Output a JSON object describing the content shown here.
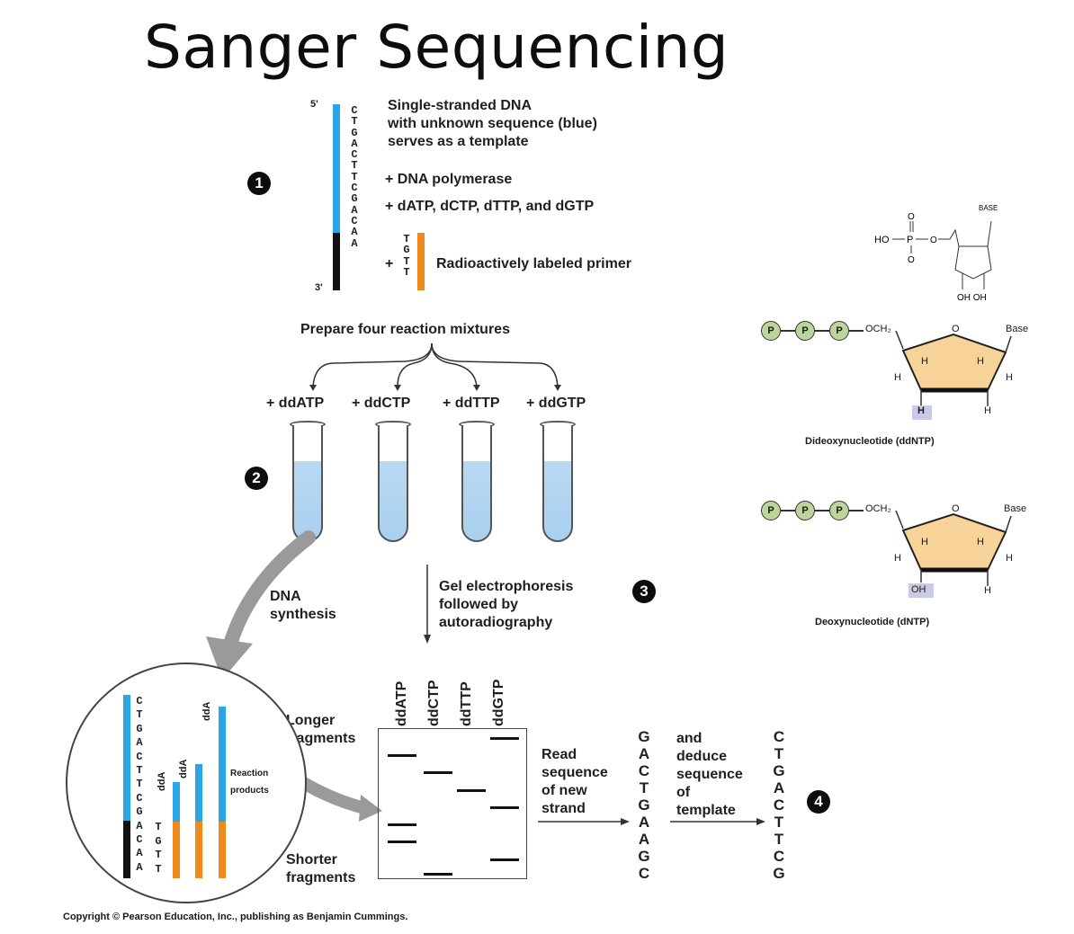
{
  "title": "Sanger Sequencing",
  "step1": {
    "badge": "1",
    "five_prime": "5'",
    "three_prime": "3'",
    "template_seq": "CTGACTTCGACAA",
    "template_text_1": "Single-stranded DNA",
    "template_text_2": "with unknown sequence (blue)",
    "template_text_3": "serves as a template",
    "polymerase": "+ DNA polymerase",
    "dntps": "+ dATP, dCTP, dTTP, and dGTP",
    "plus": "+",
    "primer_seq": "TGTT",
    "primer_label": "Radioactively labeled primer"
  },
  "step2": {
    "badge": "2",
    "prepare": "Prepare four reaction mixtures",
    "tubes": [
      "+ ddATP",
      "+ ddCTP",
      "+ ddTTP",
      "+ ddGTP"
    ],
    "synthesis_1": "DNA",
    "synthesis_2": "synthesis"
  },
  "step3": {
    "badge": "3",
    "gel_1": "Gel electrophoresis",
    "gel_2": "followed by",
    "gel_3": "autoradiography",
    "lanes": [
      "ddATP",
      "ddCTP",
      "ddTTP",
      "ddGTP"
    ],
    "longer_1": "Longer",
    "longer_2": "fragments",
    "shorter_1": "Shorter",
    "shorter_2": "fragments"
  },
  "circle": {
    "template_seq": "CTGACTTCGACAA",
    "primer_seq": "TGTT",
    "dda": "ddA",
    "reaction_1": "Reaction",
    "reaction_2": "products"
  },
  "step4": {
    "badge": "4",
    "read_1": "Read",
    "read_2": "sequence",
    "read_3": "of new",
    "read_4": "strand",
    "new_strand": "GACTGAAGC",
    "deduce_1": "and",
    "deduce_2": "deduce",
    "deduce_3": "sequence",
    "deduce_4": "of",
    "deduce_5": "template",
    "template": "CTGACTTCG"
  },
  "structures": {
    "top_base": "BASE",
    "top_ho": "HO",
    "top_p": "P",
    "top_o": "O",
    "top_oh": "OH OH",
    "p": "P",
    "och2": "OCH₂",
    "o": "O",
    "base": "Base",
    "h": "H",
    "oh": "OH",
    "dd_label": "Dideoxynucleotide (ddNTP)",
    "d_label": "Deoxynucleotide (dNTP)"
  },
  "copyright": "Copyright © Pearson Education, Inc., publishing as Benjamin Cummings.",
  "colors": {
    "template_blue": "#2aa6e6",
    "primer_orange": "#f08a1a",
    "black_strand": "#111111",
    "sugar_fill": "#f7d39a",
    "phosphate": "#bcd59a"
  }
}
